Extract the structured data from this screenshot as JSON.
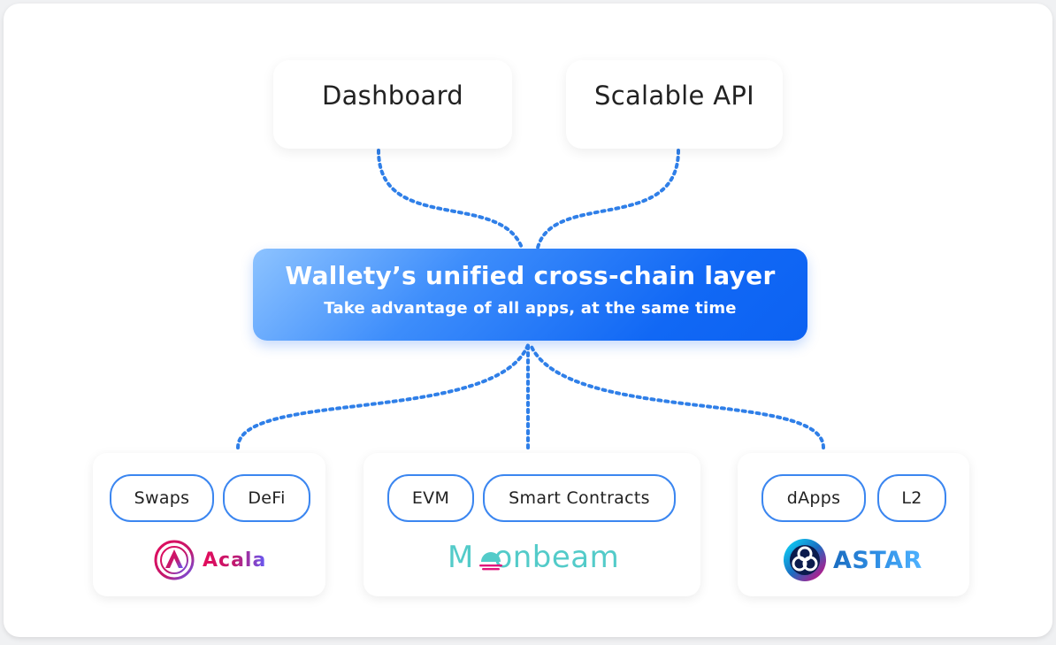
{
  "top_cards": {
    "dashboard": "Dashboard",
    "api": "Scalable API"
  },
  "layer": {
    "title": "Wallety’s unified cross-chain layer",
    "subtitle": "Take advantage of all apps, at the same time"
  },
  "chains": {
    "acala": {
      "tags": [
        "Swaps",
        "DeFi"
      ],
      "logo_text": "Acala"
    },
    "moonbeam": {
      "tags": [
        "EVM",
        "Smart Contracts"
      ],
      "logo_text": "M  onbeam"
    },
    "astar": {
      "tags": [
        "dApps",
        "L2"
      ],
      "logo_text": "ASTAR"
    }
  },
  "colors": {
    "accent": "#1168f5",
    "connector": "#2f7fe8",
    "pill_border": "#3b86f0",
    "acala": "#e40c5b",
    "moonbeam": "#53cbc9",
    "astar": "#2f8fe5"
  }
}
